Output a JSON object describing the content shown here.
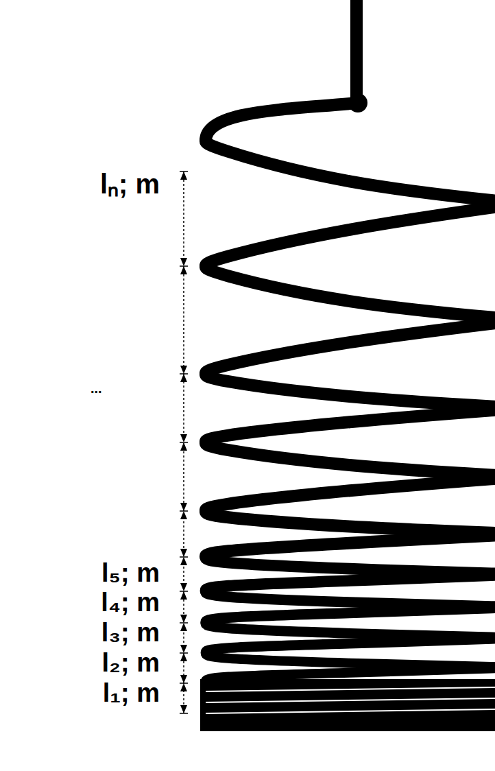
{
  "diagram": {
    "labels": [
      "lₙ; m",
      "...",
      "l₅; m",
      "l₄; m",
      "l₃; m",
      "l₂; m",
      "l₁; m"
    ]
  }
}
